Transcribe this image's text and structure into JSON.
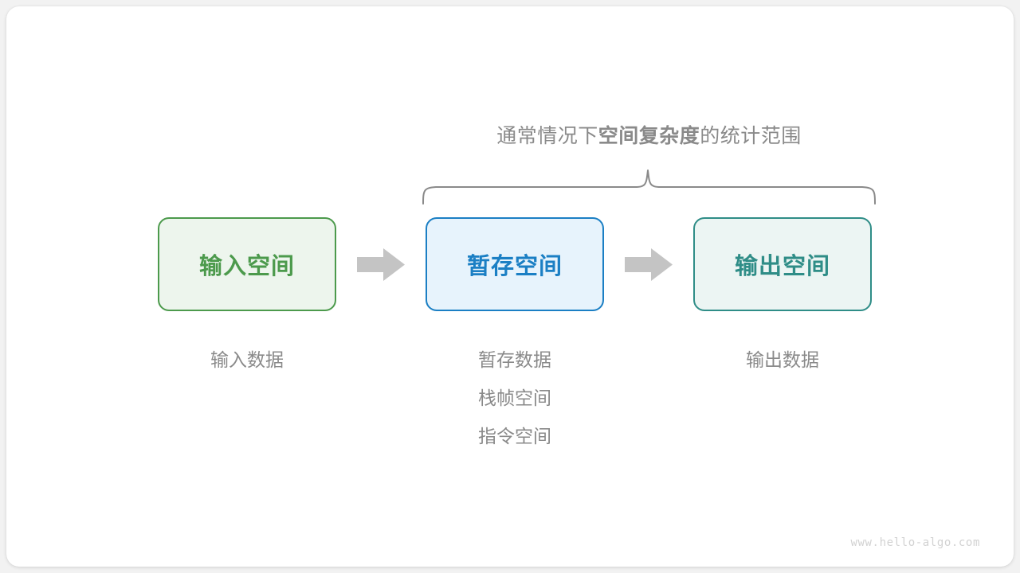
{
  "diagram": {
    "title_prefix": "通常情况下",
    "title_bold": "空间复杂度",
    "title_suffix": "的统计范围",
    "brace_label_full": "通常情况下空间复杂度的统计范围"
  },
  "boxes": [
    {
      "id": "input",
      "label": "输入空间",
      "border_color": "#4c9a4c",
      "fill_color": "#edf5ed",
      "text_color": "#4c9a4c"
    },
    {
      "id": "buffer",
      "label": "暂存空间",
      "border_color": "#1b7fc4",
      "fill_color": "#e7f3fc",
      "text_color": "#1b7fc4"
    },
    {
      "id": "output",
      "label": "输出空间",
      "border_color": "#2f8d87",
      "fill_color": "#ecf5f3",
      "text_color": "#2f8d87"
    }
  ],
  "arrows": [
    {
      "id": "arrow-input-to-buffer",
      "icon": "right-arrow-icon",
      "color": "#c4c4c4"
    },
    {
      "id": "arrow-buffer-to-output",
      "icon": "right-arrow-icon",
      "color": "#c4c4c4"
    }
  ],
  "captions": {
    "input": [
      "输入数据"
    ],
    "buffer": [
      "暂存数据",
      "栈帧空间",
      "指令空间"
    ],
    "output": [
      "输出数据"
    ]
  },
  "watermark": "www.hello-algo.com",
  "colors": {
    "page_background": "#f2f2f2",
    "card_background": "#ffffff",
    "muted_text": "#8a8a8a",
    "brace_stroke": "#8a8a8a",
    "watermark_text": "#d2d2d2"
  }
}
